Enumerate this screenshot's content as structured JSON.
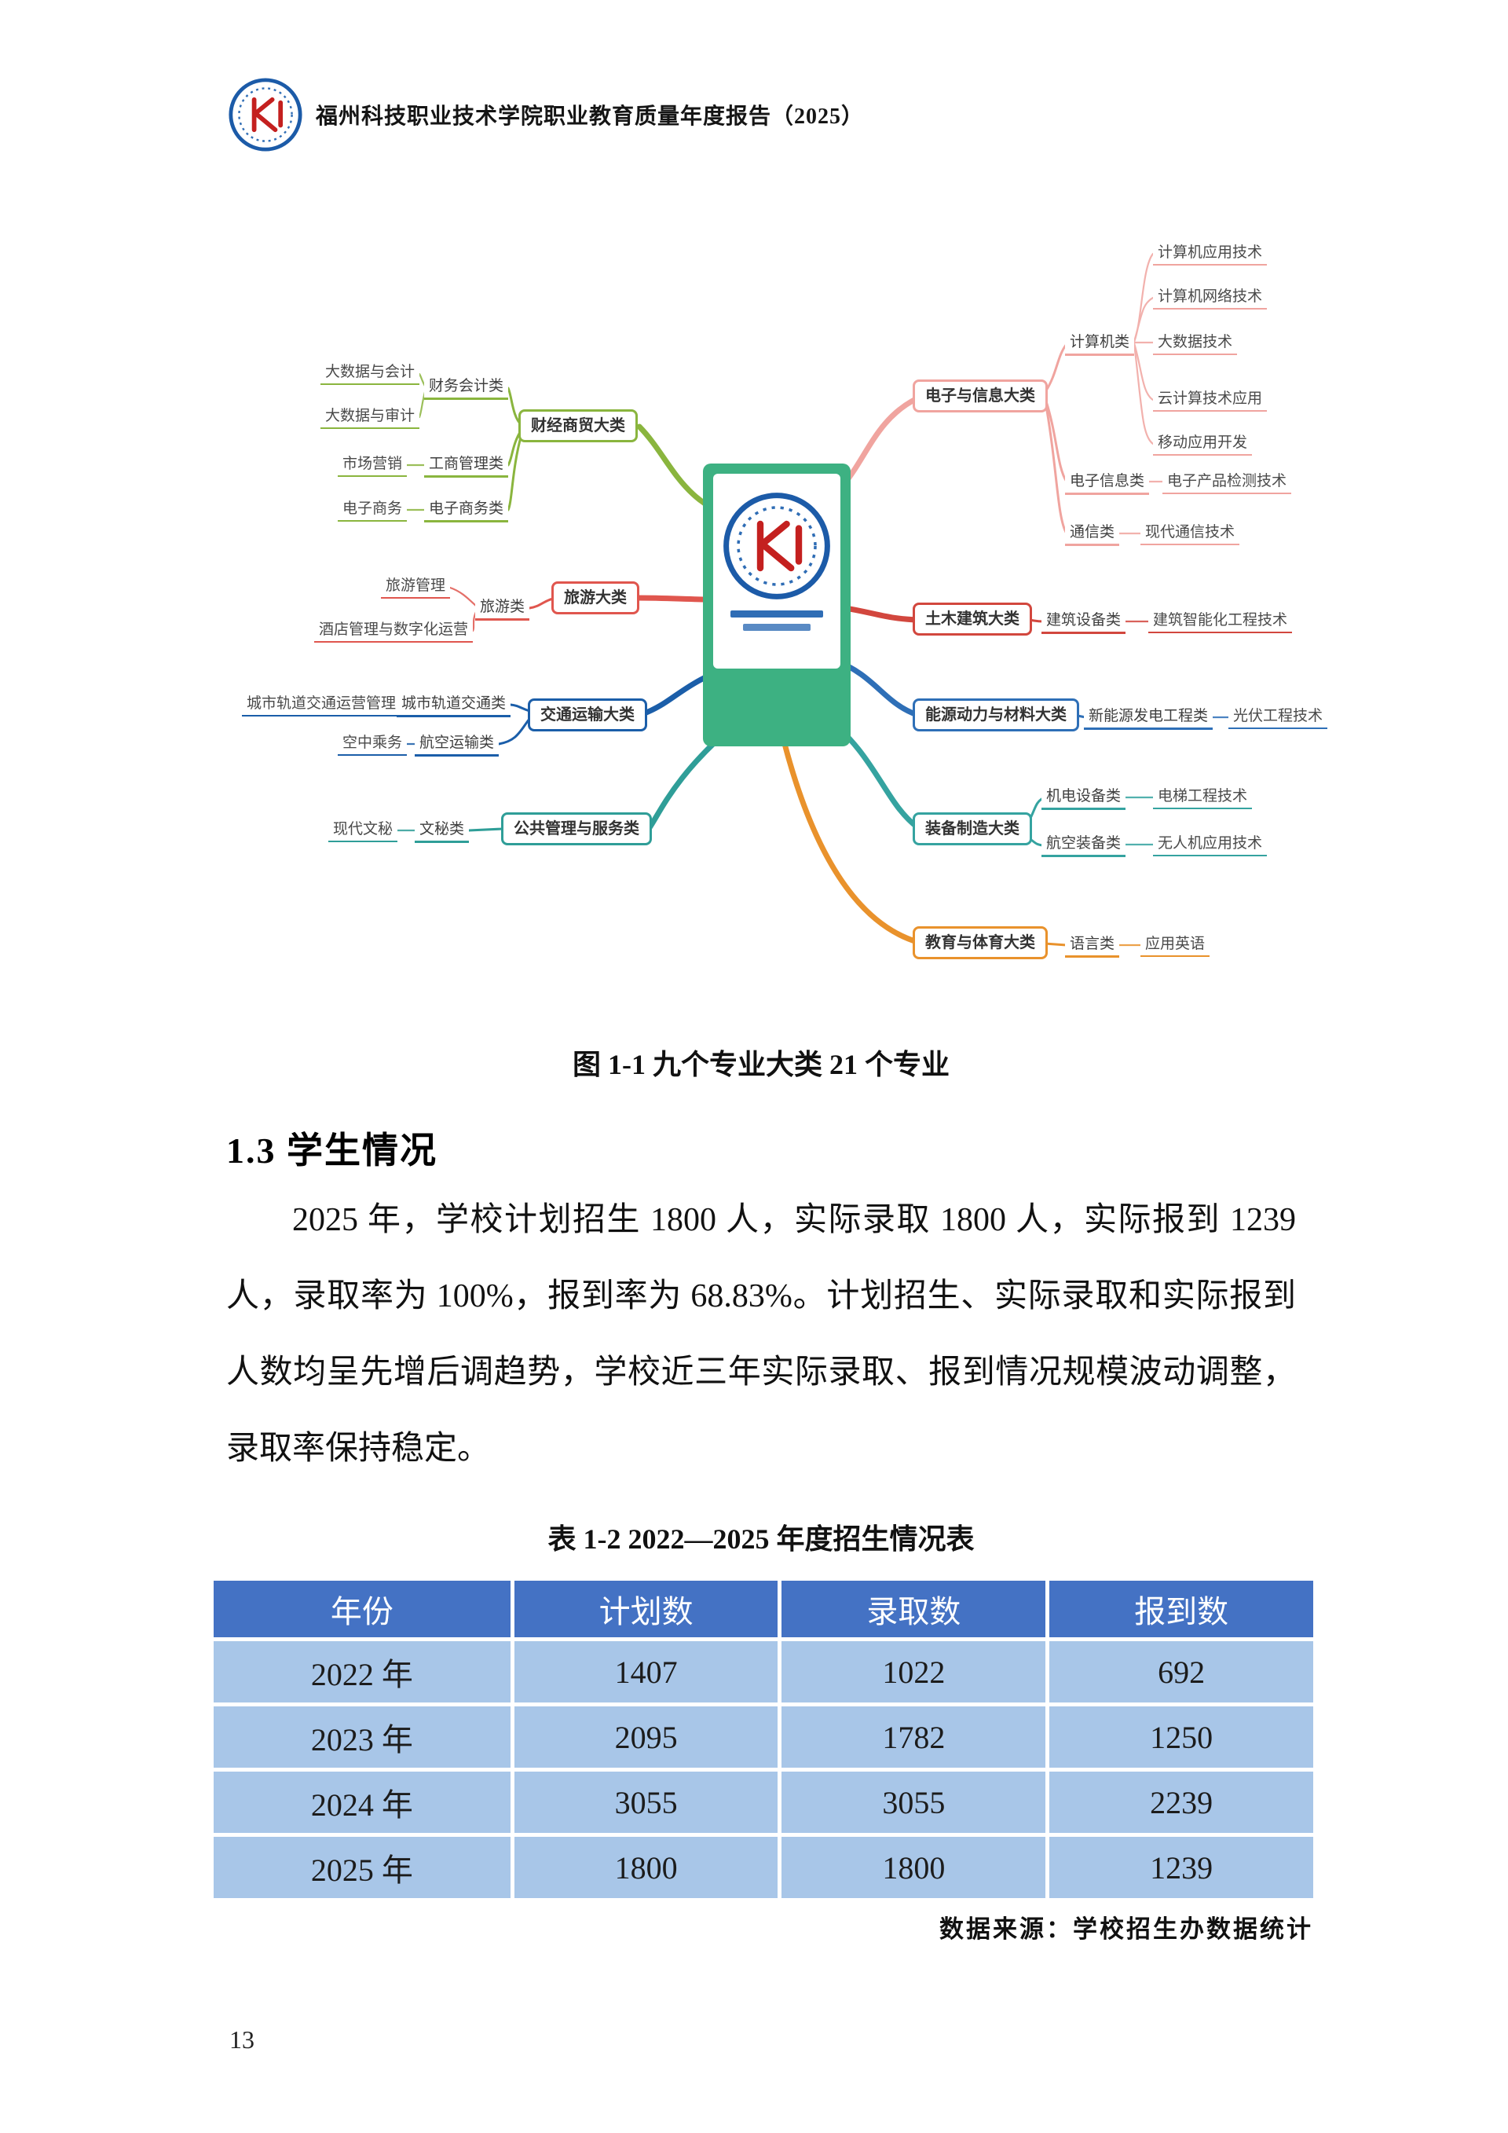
{
  "page": {
    "header": {
      "title": "福州科技职业技术学院职业教育质量年度报告（2025）"
    },
    "figure_caption": "图 1-1 九个专业大类 21 个专业",
    "section_heading": "1.3 学生情况",
    "paragraph": "2025 年，学校计划招生 1800 人，实际录取 1800 人，实际报到 1239 人，录取率为 100%，报到率为 68.83%。计划招生、实际录取和实际报到人数均呈先增后调趋势，学校近三年实际录取、报到情况规模波动调整，录取率保持稳定。",
    "table_caption": "表 1-2 2022—2025 年度招生情况表",
    "table_source": "数据来源：学校招生办数据统计",
    "page_number": "13"
  },
  "colors": {
    "table_header_bg": "#4472c4",
    "table_row_bg": "#a8c6e8",
    "center_card_green": "#3db182"
  },
  "table": {
    "headers": [
      "年份",
      "计划数",
      "录取数",
      "报到数"
    ],
    "rows": [
      [
        "2022 年",
        "1407",
        "1022",
        "692"
      ],
      [
        "2023 年",
        "2095",
        "1782",
        "1250"
      ],
      [
        "2024 年",
        "3055",
        "3055",
        "2239"
      ],
      [
        "2025 年",
        "1800",
        "1800",
        "1239"
      ]
    ]
  },
  "mindmap": {
    "left": [
      {
        "label": "财经商贸大类",
        "color": "#8ab53e",
        "children": [
          {
            "label": "财务会计类",
            "leaves": [
              "大数据与会计",
              "大数据与审计"
            ]
          },
          {
            "label": "工商管理类",
            "leaves": [
              "市场营销"
            ]
          },
          {
            "label": "电子商务类",
            "leaves": [
              "电子商务"
            ]
          }
        ]
      },
      {
        "label": "旅游大类",
        "color": "#e0564e",
        "children": [
          {
            "label": "旅游类",
            "leaves": [
              "旅游管理",
              "酒店管理与数字化运营"
            ]
          }
        ]
      },
      {
        "label": "交通运输大类",
        "color": "#1b5ea9",
        "children": [
          {
            "label": "城市轨道交通类",
            "leaves": [
              "城市轨道交通运营管理"
            ]
          },
          {
            "label": "航空运输类",
            "leaves": [
              "空中乘务"
            ]
          }
        ]
      },
      {
        "label": "公共管理与服务类",
        "color": "#2f9e98",
        "children": [
          {
            "label": "文秘类",
            "leaves": [
              "现代文秘"
            ]
          }
        ]
      }
    ],
    "right": [
      {
        "label": "电子与信息大类",
        "color": "#f0a49f",
        "children": [
          {
            "label": "计算机类",
            "leaves": [
              "计算机应用技术",
              "计算机网络技术",
              "大数据技术",
              "云计算技术应用",
              "移动应用开发"
            ]
          },
          {
            "label": "电子信息类",
            "leaves": [
              "电子产品检测技术"
            ]
          },
          {
            "label": "通信类",
            "leaves": [
              "现代通信技术"
            ]
          }
        ]
      },
      {
        "label": "土木建筑大类",
        "color": "#d2473e",
        "children": [
          {
            "label": "建筑设备类",
            "leaves": [
              "建筑智能化工程技术"
            ]
          }
        ]
      },
      {
        "label": "能源动力与材料大类",
        "color": "#2e6fb7",
        "children": [
          {
            "label": "新能源发电工程类",
            "leaves": [
              "光伏工程技术"
            ]
          }
        ]
      },
      {
        "label": "装备制造大类",
        "color": "#35a3a0",
        "children": [
          {
            "label": "机电设备类",
            "leaves": [
              "电梯工程技术"
            ]
          },
          {
            "label": "航空装备类",
            "leaves": [
              "无人机应用技术"
            ]
          }
        ]
      },
      {
        "label": "教育与体育大类",
        "color": "#e9922c",
        "children": [
          {
            "label": "语言类",
            "leaves": [
              "应用英语"
            ]
          }
        ]
      }
    ]
  }
}
